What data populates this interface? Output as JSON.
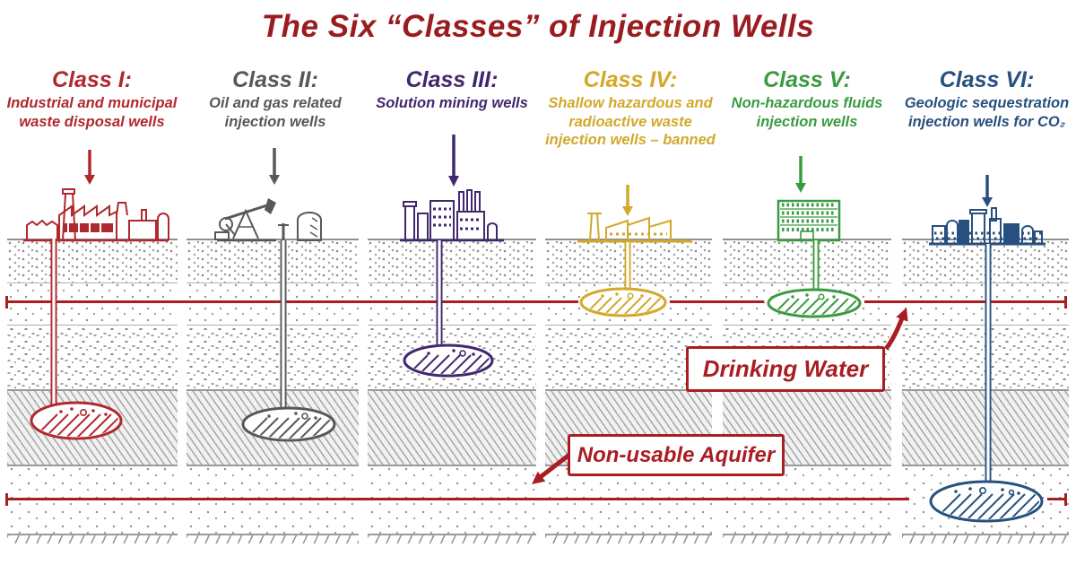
{
  "title": "The Six “Classes” of Injection Wells",
  "classes": [
    {
      "label": "Class I:",
      "description": "Industrial and municipal waste disposal wells",
      "color": "#b0292e",
      "icon": "factory-icon"
    },
    {
      "label": "Class II:",
      "description": "Oil and gas related injection wells",
      "color": "#57585a",
      "icon": "pumpjack-icon"
    },
    {
      "label": "Class III:",
      "description": "Solution mining wells",
      "color": "#41286d",
      "icon": "chemical-plant-icon"
    },
    {
      "label": "Class IV:",
      "description": "Shallow hazardous and radioactive waste injection wells – banned",
      "color": "#d3a82b",
      "icon": "small-factory-icon"
    },
    {
      "label": "Class V:",
      "description": "Non-hazardous fluids injection wells",
      "color": "#3a9b40",
      "icon": "office-building-icon"
    },
    {
      "label": "Class VI:",
      "description": "Geologic sequestration injection wells for CO₂",
      "color": "#27507f",
      "icon": "industrial-complex-icon"
    }
  ],
  "annotations": {
    "drinking_water_label": "Drinking Water",
    "non_usable_aquifer_label": "Non-usable Aquifer"
  },
  "colors": {
    "title": "#9b1c20",
    "accent_red": "#a91e22",
    "ground_gray": "#8f8f8f"
  }
}
